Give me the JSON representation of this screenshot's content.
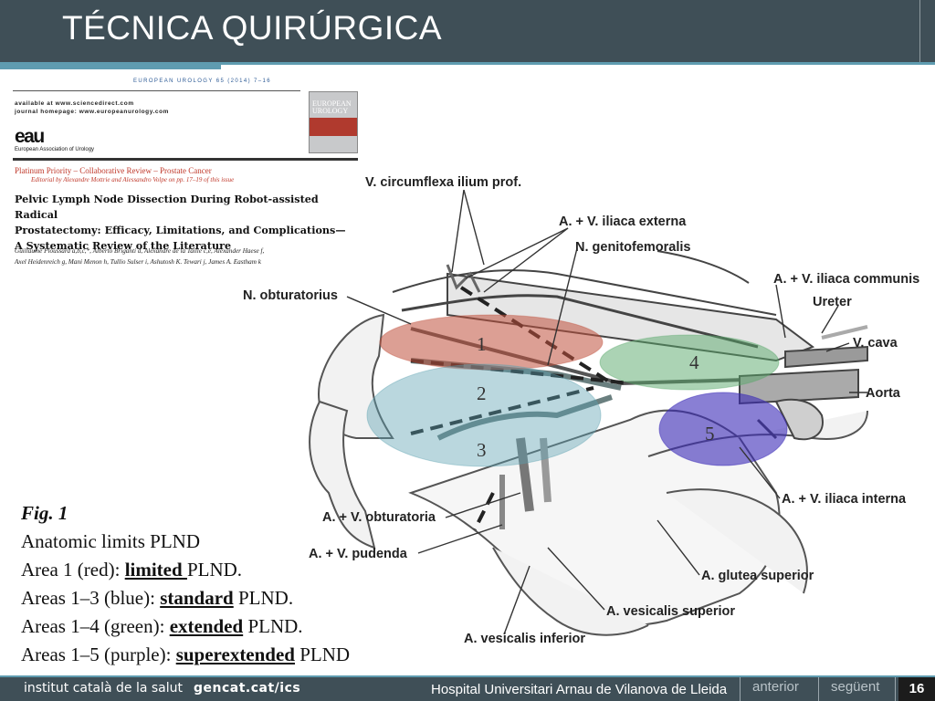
{
  "header": {
    "title": "TÉCNICA QUIRÚRGICA"
  },
  "paper": {
    "journal_line": "EUROPEAN UROLOGY 65 (2014) 7–16",
    "available": "available at www.sciencedirect.com",
    "homepage": "journal homepage: www.europeanurology.com",
    "logo": "eau",
    "association": "European Association of Urology",
    "cover_title": "EUROPEAN UROLOGY",
    "priority": "Platinum Priority – Collaborative Review – Prostate Cancer",
    "editorial": "Editorial by  Alexandre Mottrie and Alessandro Volpe on pp. 17–19 of this issue",
    "title_lines": [
      "Pelvic Lymph Node Dissection During Robot-assisted Radical",
      "Prostatectomy: Efficacy, Limitations, and Complications—",
      "A Systematic Review of the Literature"
    ],
    "authors_lines": [
      "Guillaume Ploussard a,b,c,*, Alberto Briganti d, Alexandre de la Taille c,e, Alexander Haese f,",
      "Axel Heidenreich g, Mani Menon h, Tullio Sulser i, Ashutosh K. Tewari j, James A. Eastham k"
    ]
  },
  "diagram": {
    "labels": {
      "circumflexa": "V. circumflexa ilium prof.",
      "iliaca_externa": "A. + V. iliaca externa",
      "genitofemoralis": "N. genitofemoralis",
      "iliaca_communis": "A. + V. iliaca communis",
      "ureter": "Ureter",
      "obturatorius": "N. obturatorius",
      "cava": "V. cava",
      "aorta": "Aorta",
      "iliaca_interna": "A. + V. iliaca interna",
      "obturatoria": "A. + V. obturatoria",
      "pudenda": "A. + V. pudenda",
      "glutea": "A. glutea superior",
      "vesicalis_superior": "A. vesicalis superior",
      "vesicalis_inferior": "A. vesicalis inferior"
    },
    "areas": [
      "1",
      "2",
      "3",
      "4",
      "5"
    ],
    "colors": {
      "area1": "#c0503c",
      "area23": "#5a9fb0",
      "area4": "#58a86a",
      "area5": "#3a2ab8"
    }
  },
  "caption": {
    "fig": "Fig. 1",
    "line1": "Anatomic limits  PLND",
    "line2_pre": "Area 1 (red): ",
    "line2_u": "limited ",
    "line2_post": "PLND.",
    "line3_pre": "Areas 1–3 (blue): ",
    "line3_u": "standard",
    "line3_post": " PLND.",
    "line4_pre": "Areas 1–4 (green): ",
    "line4_u": "extended",
    "line4_post": " PLND.",
    "line5_pre": "Areas 1–5 (purple): ",
    "line5_u": "superextended",
    "line5_post": " PLND"
  },
  "footer": {
    "ics": "institut català de la salut",
    "gencat": "gencat.cat/ics",
    "hospital": "Hospital Universitari Arnau de Vilanova de Lleida",
    "prev": "anterior",
    "next": "següent",
    "page": "16"
  }
}
